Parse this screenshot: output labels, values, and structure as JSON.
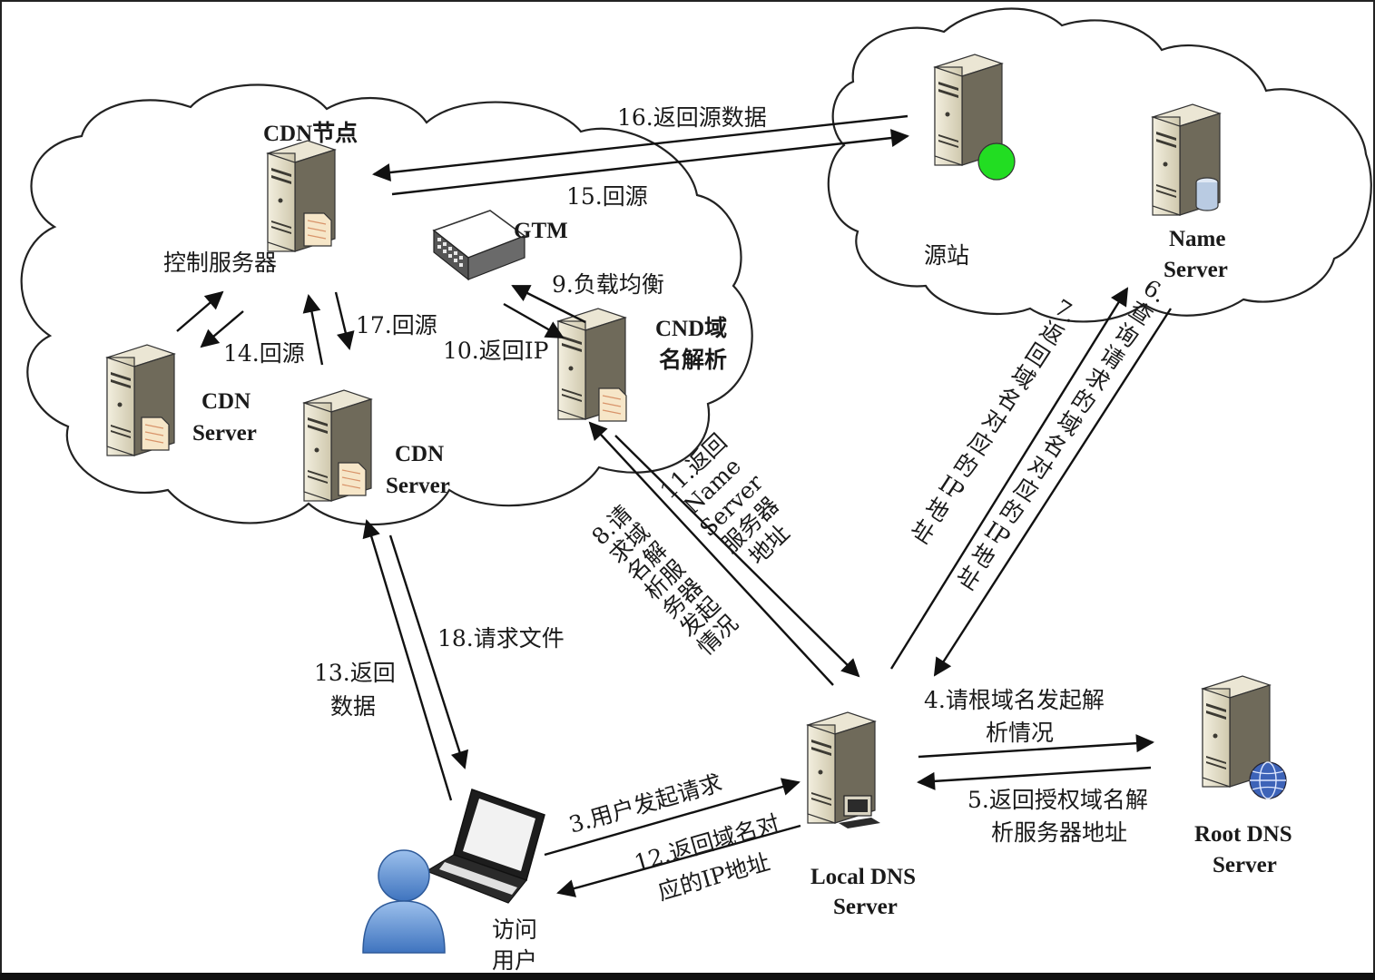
{
  "labels": {
    "cdn_node": "CDN节点",
    "control_server": "控制服务器",
    "gtm": "GTM",
    "cnd_dns_1": "CND域",
    "cnd_dns_2": "名解析",
    "cdn_server_a_1": "CDN",
    "cdn_server_a_2": "Server",
    "cdn_server_b_1": "CDN",
    "cdn_server_b_2": "Server",
    "origin": "源站",
    "name_server_1": "Name",
    "name_server_2": "Server",
    "local_dns_1": "Local DNS",
    "local_dns_2": "Server",
    "root_dns_1": "Root DNS",
    "root_dns_2": "Server",
    "user_1": "访问",
    "user_2": "用户"
  },
  "steps": {
    "s3": "3.用户发起请求",
    "s4_1": "4.请根域名发起解",
    "s4_2": "析情况",
    "s5_1": "5.返回授权域名解",
    "s5_2": "析服务器地址",
    "s6": [
      "6.",
      "查",
      "询",
      "请",
      "求",
      "的",
      "域",
      "名",
      "对",
      "应",
      "的",
      "IP",
      "地",
      "址"
    ],
    "s7": [
      "7.",
      "返",
      "回",
      "域",
      "名",
      "对",
      "应",
      "的",
      "IP",
      "地",
      "址"
    ],
    "s8": [
      "8.请",
      "求域",
      "名解",
      "析服",
      "务器",
      "发起",
      "情况"
    ],
    "s9": "9.负载均衡",
    "s10": "10.返回IP",
    "s11": [
      "11.返回",
      "Name",
      "Server",
      "服务器",
      "地址"
    ],
    "s12_1": "12.返回域名对",
    "s12_2": "应的IP地址",
    "s13_1": "13.返回",
    "s13_2": "数据",
    "s14": "14.回源",
    "s15": "15.回源",
    "s16": "16.返回源数据",
    "s17": "17.回源",
    "s18": "18.请求文件"
  },
  "colors": {
    "origin_status": "#22dd22",
    "user_icon": "#5b8fd0",
    "globe": "#3d63b8"
  }
}
